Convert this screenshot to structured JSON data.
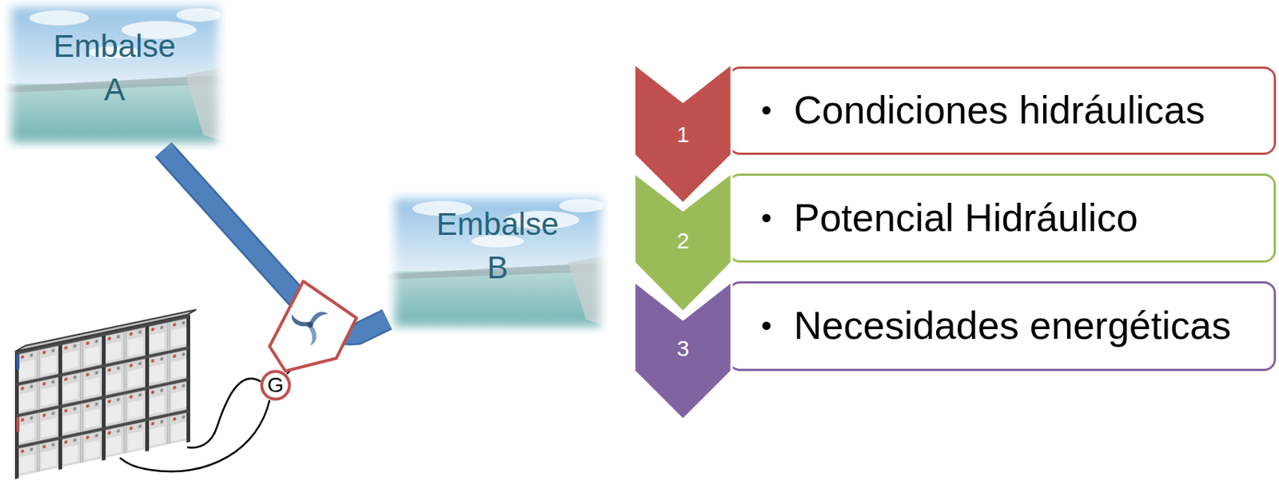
{
  "diagram": {
    "nodes": [
      {
        "text": [
          "Embalse A"
        ]
      },
      {
        "text": [
          "Embalse B"
        ]
      },
      {
        "text": [
          "G"
        ]
      },
      {
        "text": [
          "1"
        ]
      },
      {
        "text": [
          "Condiciones hidráulicas"
        ]
      },
      {
        "text": [
          "2"
        ]
      },
      {
        "text": [
          "Potencial Hidráulico"
        ]
      },
      {
        "text": [
          "3"
        ]
      },
      {
        "text": [
          "Necesidades energéticas"
        ]
      }
    ],
    "edges": [
      {
        "from": 0,
        "to": 1,
        "arrow": "none"
      }
    ]
  }
}
